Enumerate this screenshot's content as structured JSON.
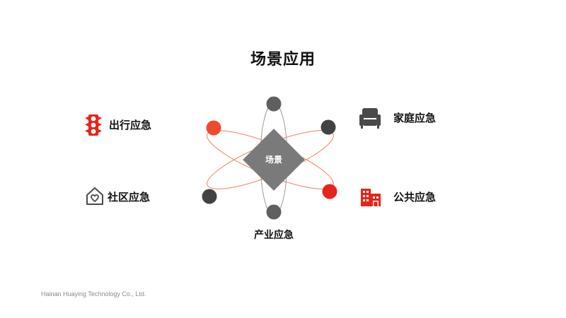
{
  "title": "场景应用",
  "center_label": "场景",
  "items": [
    {
      "label": "出行应急",
      "icon": "traffic-light-icon",
      "color": "#e8231a"
    },
    {
      "label": "家庭应急",
      "icon": "armchair-icon",
      "color": "#4a4a4a"
    },
    {
      "label": "社区应急",
      "icon": "house-heart-icon",
      "color": "#4a4a4a"
    },
    {
      "label": "公共应急",
      "icon": "building-icon",
      "color": "#e8231a"
    },
    {
      "label": "产业应急"
    }
  ],
  "footer": "Hainan Huaying Technology Co., Ltd.",
  "colors": {
    "accent_red": "#e8231a",
    "accent_orange": "#ef4a2c",
    "dark_node": "#4a4a4a",
    "gray_node": "#5f5f5f",
    "center_diamond": "#7a7a7a",
    "orbit_orange": "#f08060",
    "orbit_gray": "#9a9a9a"
  }
}
